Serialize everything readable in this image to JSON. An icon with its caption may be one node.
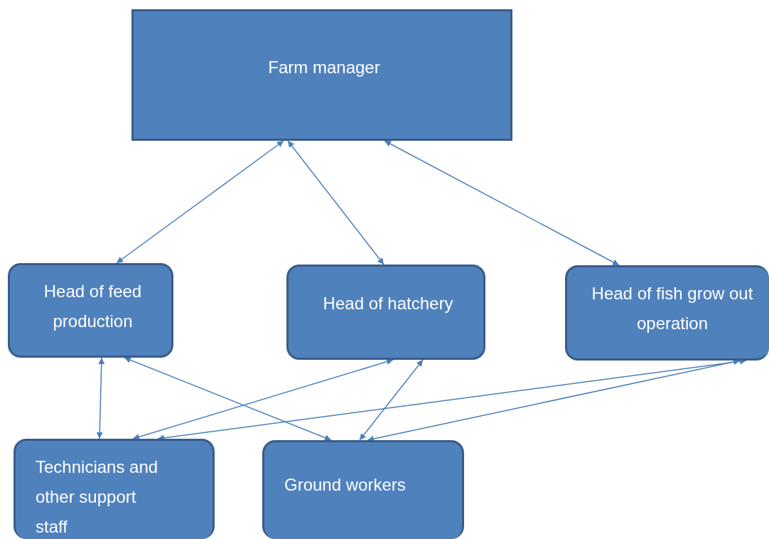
{
  "diagram": {
    "nodes": [
      {
        "text": [
          "Farm manager"
        ]
      },
      {
        "text": [
          "Head of feed production"
        ]
      },
      {
        "text": [
          "Head of hatchery"
        ]
      },
      {
        "text": [
          "Head of fish grow out operation"
        ]
      },
      {
        "text": [
          "Technicians and other support staff"
        ]
      },
      {
        "text": [
          "Ground workers"
        ]
      }
    ],
    "edges": [
      {
        "from": 0,
        "to": 1,
        "arrow": "both"
      },
      {
        "from": 0,
        "to": 2,
        "arrow": "both"
      },
      {
        "from": 0,
        "to": 3,
        "arrow": "both"
      },
      {
        "from": 1,
        "to": 4,
        "arrow": "both"
      },
      {
        "from": 1,
        "to": 5,
        "arrow": "both"
      },
      {
        "from": 2,
        "to": 4,
        "arrow": "both"
      },
      {
        "from": 2,
        "to": 5,
        "arrow": "both"
      },
      {
        "from": 3,
        "to": 4,
        "arrow": "both"
      },
      {
        "from": 3,
        "to": 5,
        "arrow": "both"
      }
    ]
  }
}
